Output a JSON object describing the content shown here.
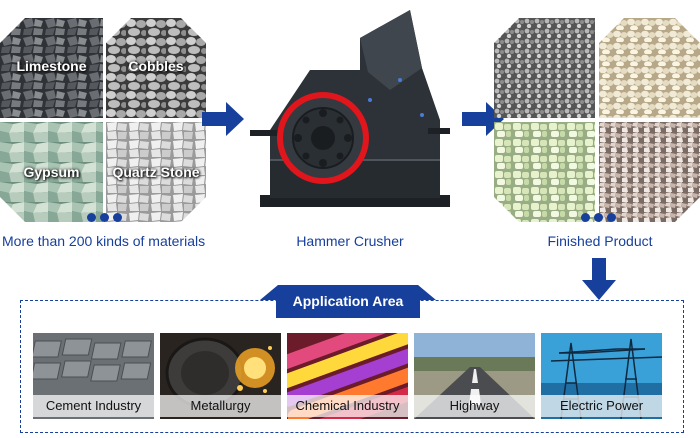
{
  "materials": {
    "items": [
      {
        "label": "Limestone"
      },
      {
        "label": "Cobbles"
      },
      {
        "label": "Gypsum"
      },
      {
        "label": "Quartz Stone"
      }
    ],
    "caption": "More than 200 kinds of materials"
  },
  "machine": {
    "caption": "Hammer Crusher"
  },
  "product": {
    "caption": "Finished Product"
  },
  "application": {
    "title": "Application Area",
    "items": [
      {
        "label": "Cement Industry"
      },
      {
        "label": "Metallurgy"
      },
      {
        "label": "Chemical Industry"
      },
      {
        "label": "Highway"
      },
      {
        "label": "Electric Power"
      }
    ]
  },
  "colors": {
    "accent": "#173f9c",
    "rotor": "#e0161c",
    "machine": "#2d3238"
  }
}
